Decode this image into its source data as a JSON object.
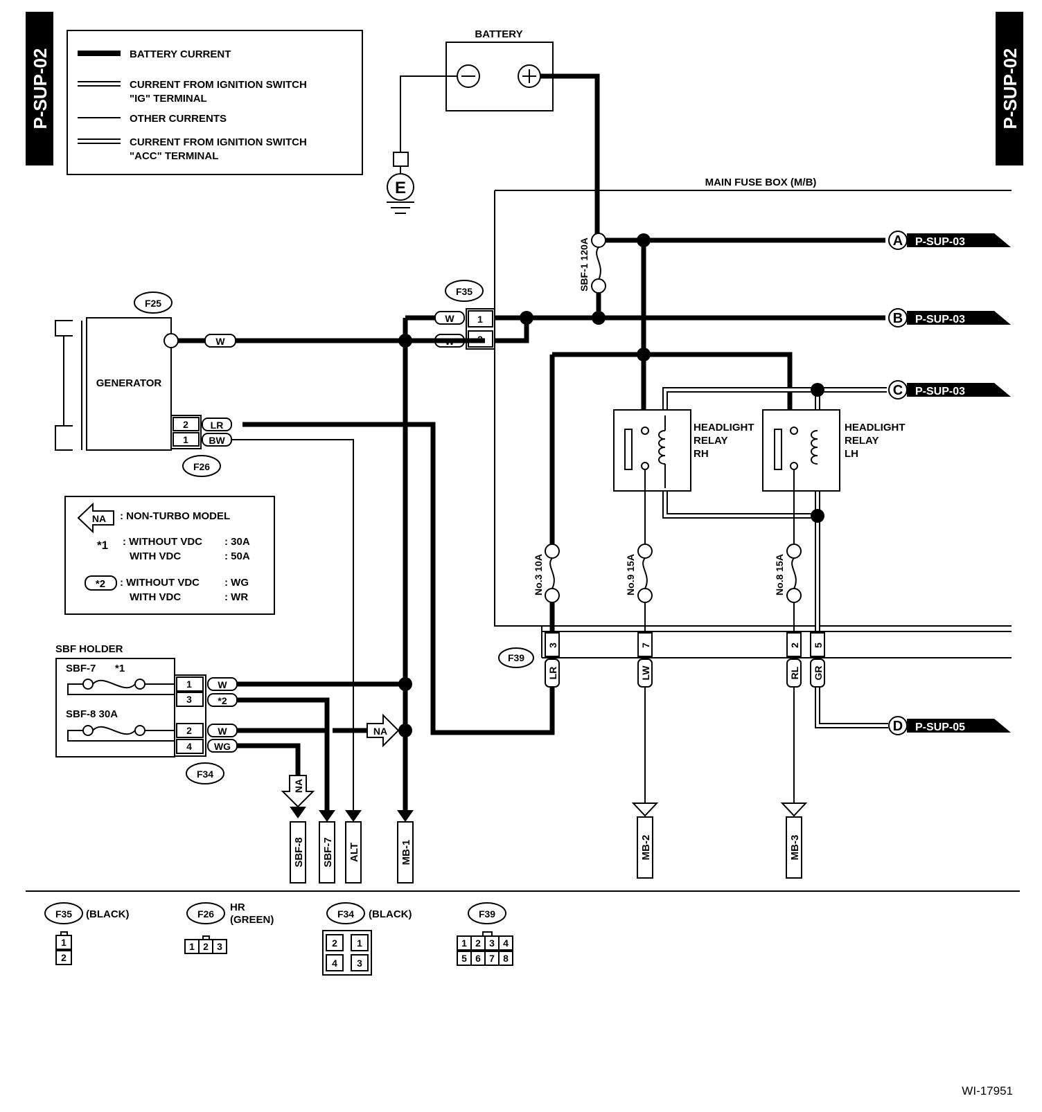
{
  "page_tags": {
    "left": "P-SUP-02",
    "right": "P-SUP-02"
  },
  "legend": {
    "battery_current": "BATTERY CURRENT",
    "ig_line1": "CURRENT FROM IGNITION SWITCH",
    "ig_line2": "\"IG\" TERMINAL",
    "other": "OTHER CURRENTS",
    "acc_line1": "CURRENT FROM IGNITION SWITCH",
    "acc_line2": "\"ACC\" TERMINAL"
  },
  "battery": {
    "label": "BATTERY",
    "ground": "E"
  },
  "main_fuse_box": "MAIN FUSE BOX (M/B)",
  "fuses": {
    "sbf1": "SBF-1 120A",
    "no3": "No.3 10A",
    "no9": "No.9 15A",
    "no8": "No.8 15A"
  },
  "generator": {
    "label": "GENERATOR"
  },
  "connectors": {
    "f25": "F25",
    "f26": "F26",
    "f35": "F35",
    "f34": "F34",
    "f39": "F39",
    "f35_pins": [
      "1",
      "2"
    ],
    "f26_pins": [
      "2",
      "1"
    ],
    "f39_pins": [
      "3",
      "7",
      "2",
      "5"
    ],
    "f34_pins": [
      "1",
      "3",
      "2",
      "4"
    ]
  },
  "wires": {
    "w": "W",
    "lr": "LR",
    "bw": "BW",
    "lw": "LW",
    "rl": "RL",
    "gr": "GR",
    "wg": "WG",
    "na": "NA",
    "star2": "*2"
  },
  "relays": {
    "rh": [
      "HEADLIGHT",
      "RELAY",
      "RH"
    ],
    "lh": [
      "HEADLIGHT",
      "RELAY",
      "LH"
    ]
  },
  "outputs": {
    "a": {
      "letter": "A",
      "ref": "P-SUP-03"
    },
    "b": {
      "letter": "B",
      "ref": "P-SUP-03"
    },
    "c": {
      "letter": "C",
      "ref": "P-SUP-03"
    },
    "d": {
      "letter": "D",
      "ref": "P-SUP-05"
    }
  },
  "notes": {
    "na_desc": ": NON-TURBO MODEL",
    "star1": "*1",
    "star1_l1": ": WITHOUT VDC",
    "star1_v1": ": 30A",
    "star1_l2": "WITH VDC",
    "star1_v2": ": 50A",
    "star2": "*2",
    "star2_l1": ": WITHOUT VDC",
    "star2_v1": ": WG",
    "star2_l2": "WITH VDC",
    "star2_v2": ": WR"
  },
  "sbf_holder": {
    "label": "SBF HOLDER",
    "sbf7": "SBF-7",
    "sbf7_mark": "*1",
    "sbf8": "SBF-8  30A"
  },
  "terminals": {
    "sbf8": "SBF-8",
    "sbf7": "SBF-7",
    "alt": "ALT",
    "mb1": "MB-1",
    "mb2": "MB-2",
    "mb3": "MB-3"
  },
  "connector_views": {
    "f35": {
      "id": "F35",
      "desc": "(BLACK)",
      "pins": [
        "1",
        "2"
      ]
    },
    "f26": {
      "id": "F26",
      "desc1": "HR",
      "desc2": "(GREEN)",
      "pins": [
        "1",
        "2",
        "3"
      ]
    },
    "f34": {
      "id": "F34",
      "desc": "(BLACK)",
      "pins": [
        "2",
        "1",
        "4",
        "3"
      ]
    },
    "f39": {
      "id": "F39",
      "pins": [
        "1",
        "2",
        "3",
        "4",
        "5",
        "6",
        "7",
        "8"
      ]
    }
  },
  "figure_id": "WI-17951"
}
